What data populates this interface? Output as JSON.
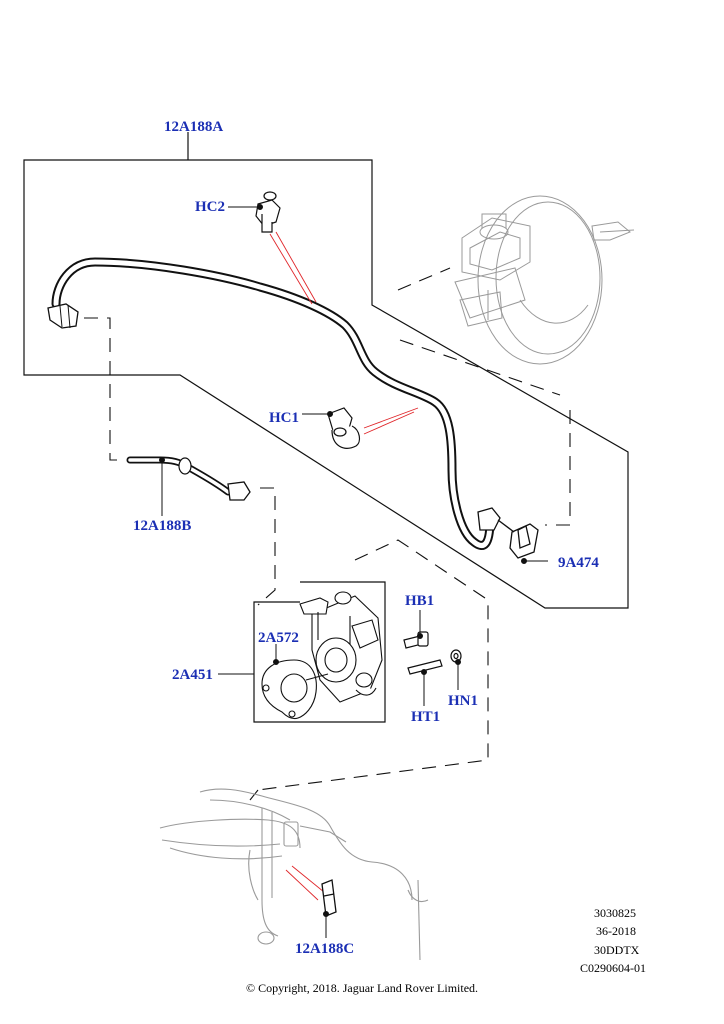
{
  "callouts": {
    "hose_main": "12A188A",
    "clip_hc2": "HC2",
    "clip_hc1": "HC1",
    "hose_b": "12A188B",
    "sensor": "9A474",
    "bolt_hb1": "HB1",
    "gasket": "2A572",
    "pump": "2A451",
    "stud_ht1": "HT1",
    "nut_hn1": "HN1",
    "hose_c": "12A188C"
  },
  "reference_block": {
    "line1": "3030825",
    "line2": "36-2018",
    "line3": "30DDTX",
    "line4": "C0290604-01"
  },
  "copyright": "© Copyright, 2018. Jaguar Land Rover Limited.",
  "colors": {
    "callout": "#1b2fb4",
    "leader_red": "#e0262a",
    "line": "#111111",
    "ghost": "#9a9a9a"
  }
}
